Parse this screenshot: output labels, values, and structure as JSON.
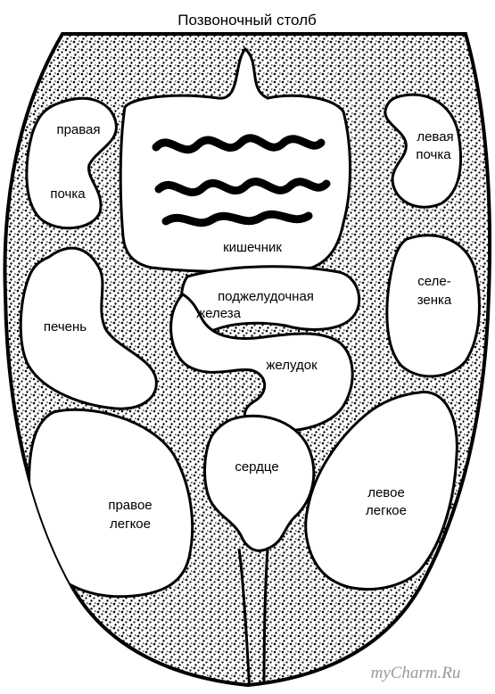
{
  "title": "Позвоночный столб",
  "organs": {
    "right_kidney": [
      "правая",
      "почка"
    ],
    "left_kidney": [
      "левая",
      "почка"
    ],
    "intestine": [
      "кишечник"
    ],
    "pancreas": [
      "поджелудочная",
      "железа"
    ],
    "spleen": [
      "селе-",
      "зенка"
    ],
    "liver": [
      "печень"
    ],
    "stomach": [
      "желудок"
    ],
    "heart": [
      "сердце"
    ],
    "right_lung": [
      "правое",
      "легкое"
    ],
    "left_lung": [
      "левое",
      "легкое"
    ]
  },
  "watermark": "myCharm.Ru",
  "colors": {
    "ink": "#000000",
    "paper": "#ffffff",
    "watermark": "#9a9a9a"
  }
}
